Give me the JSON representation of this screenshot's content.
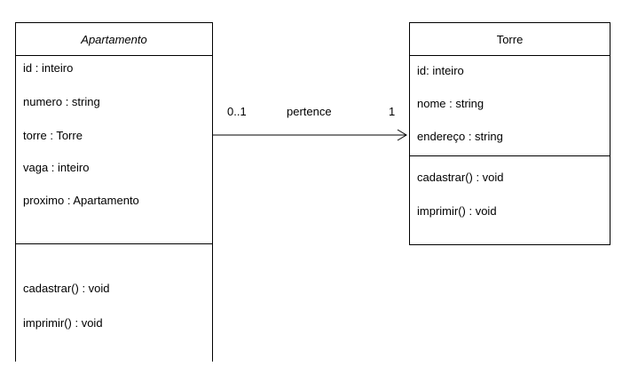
{
  "classes": {
    "apartamento": {
      "name": "Apartamento",
      "attributes": [
        "id : inteiro",
        "numero : string",
        "torre : Torre",
        "vaga : inteiro",
        "proximo : Apartamento"
      ],
      "methods": [
        "cadastrar() : void",
        "imprimir() : void"
      ]
    },
    "torre": {
      "name": "Torre",
      "attributes": [
        "id: inteiro",
        "nome : string",
        "endereço :  string"
      ],
      "methods": [
        "cadastrar() : void",
        "imprimir() : void"
      ]
    }
  },
  "association": {
    "label": "pertence",
    "source_multiplicity": "0..1",
    "target_multiplicity": "1"
  }
}
